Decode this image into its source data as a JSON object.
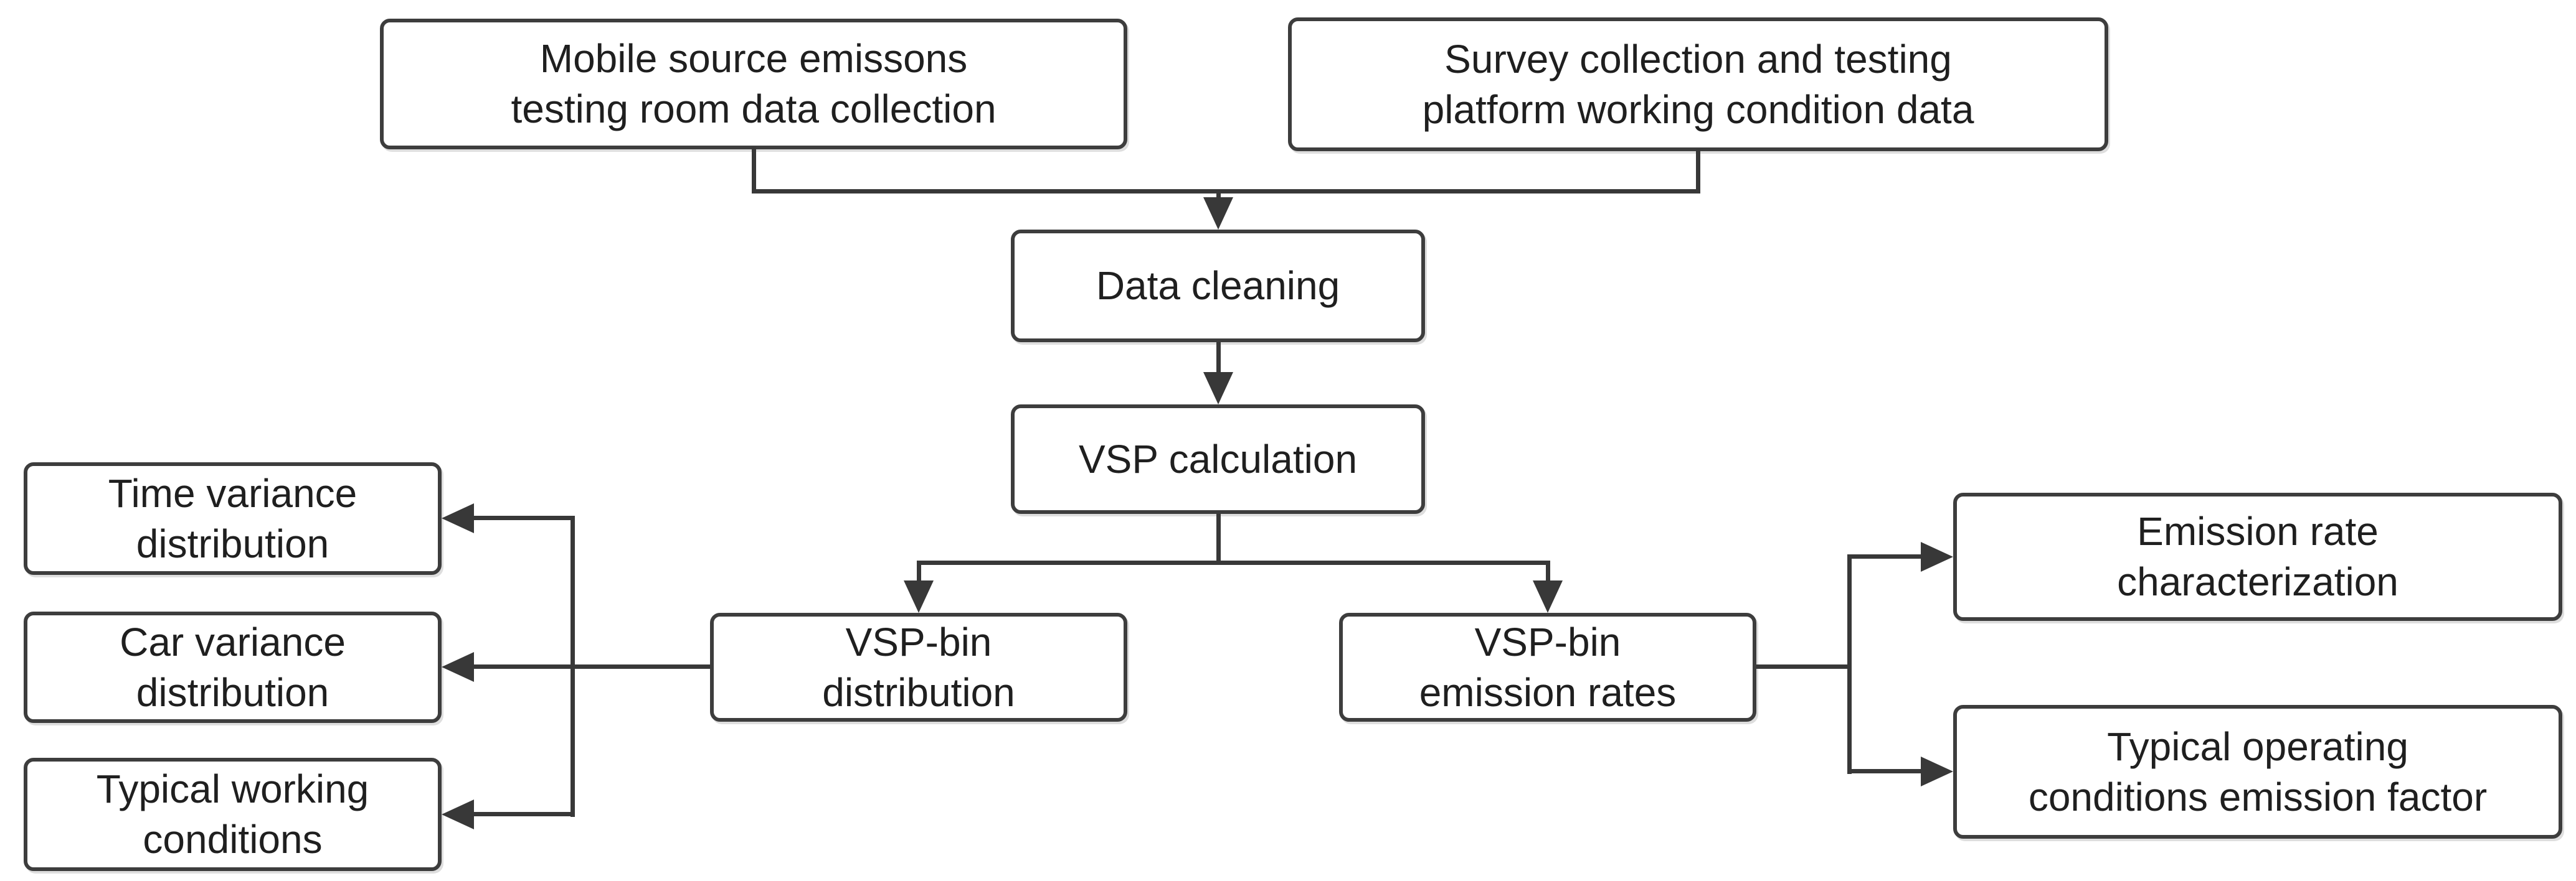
{
  "diagram": {
    "type": "flowchart",
    "colors": {
      "background": "#ffffff",
      "box_fill": "#ffffff",
      "box_border": "#3d3d3d",
      "connector": "#383838",
      "text": "#1f1f1f"
    },
    "nodes": {
      "mobile_source": {
        "label": "Mobile source emissons\ntesting room data collection"
      },
      "survey_collection": {
        "label": "Survey collection and testing\nplatform working condition data"
      },
      "data_cleaning": {
        "label": "Data cleaning"
      },
      "vsp_calculation": {
        "label": "VSP calculation"
      },
      "vsp_bin_distribution": {
        "label": "VSP-bin\ndistribution"
      },
      "vsp_bin_emission_rates": {
        "label": "VSP-bin\nemission rates"
      },
      "time_variance_distribution": {
        "label": "Time variance\ndistribution"
      },
      "car_variance_distribution": {
        "label": "Car variance\ndistribution"
      },
      "typical_working_conditions": {
        "label": "Typical working\nconditions"
      },
      "emission_rate_characterization": {
        "label": "Emission rate\ncharacterization"
      },
      "typical_operating_conditions_emission_factor": {
        "label": "Typical operating\nconditions emission factor"
      }
    },
    "edges": [
      {
        "from": "mobile_source",
        "to": "data_cleaning",
        "arrow": true
      },
      {
        "from": "survey_collection",
        "to": "data_cleaning",
        "arrow": true
      },
      {
        "from": "data_cleaning",
        "to": "vsp_calculation",
        "arrow": true
      },
      {
        "from": "vsp_calculation",
        "to": "vsp_bin_distribution",
        "arrow": true
      },
      {
        "from": "vsp_calculation",
        "to": "vsp_bin_emission_rates",
        "arrow": true
      },
      {
        "from": "vsp_bin_distribution",
        "to": "time_variance_distribution",
        "arrow": true
      },
      {
        "from": "vsp_bin_distribution",
        "to": "car_variance_distribution",
        "arrow": true
      },
      {
        "from": "vsp_bin_distribution",
        "to": "typical_working_conditions",
        "arrow": true
      },
      {
        "from": "vsp_bin_emission_rates",
        "to": "emission_rate_characterization",
        "arrow": true
      },
      {
        "from": "vsp_bin_emission_rates",
        "to": "typical_operating_conditions_emission_factor",
        "arrow": true
      }
    ]
  }
}
